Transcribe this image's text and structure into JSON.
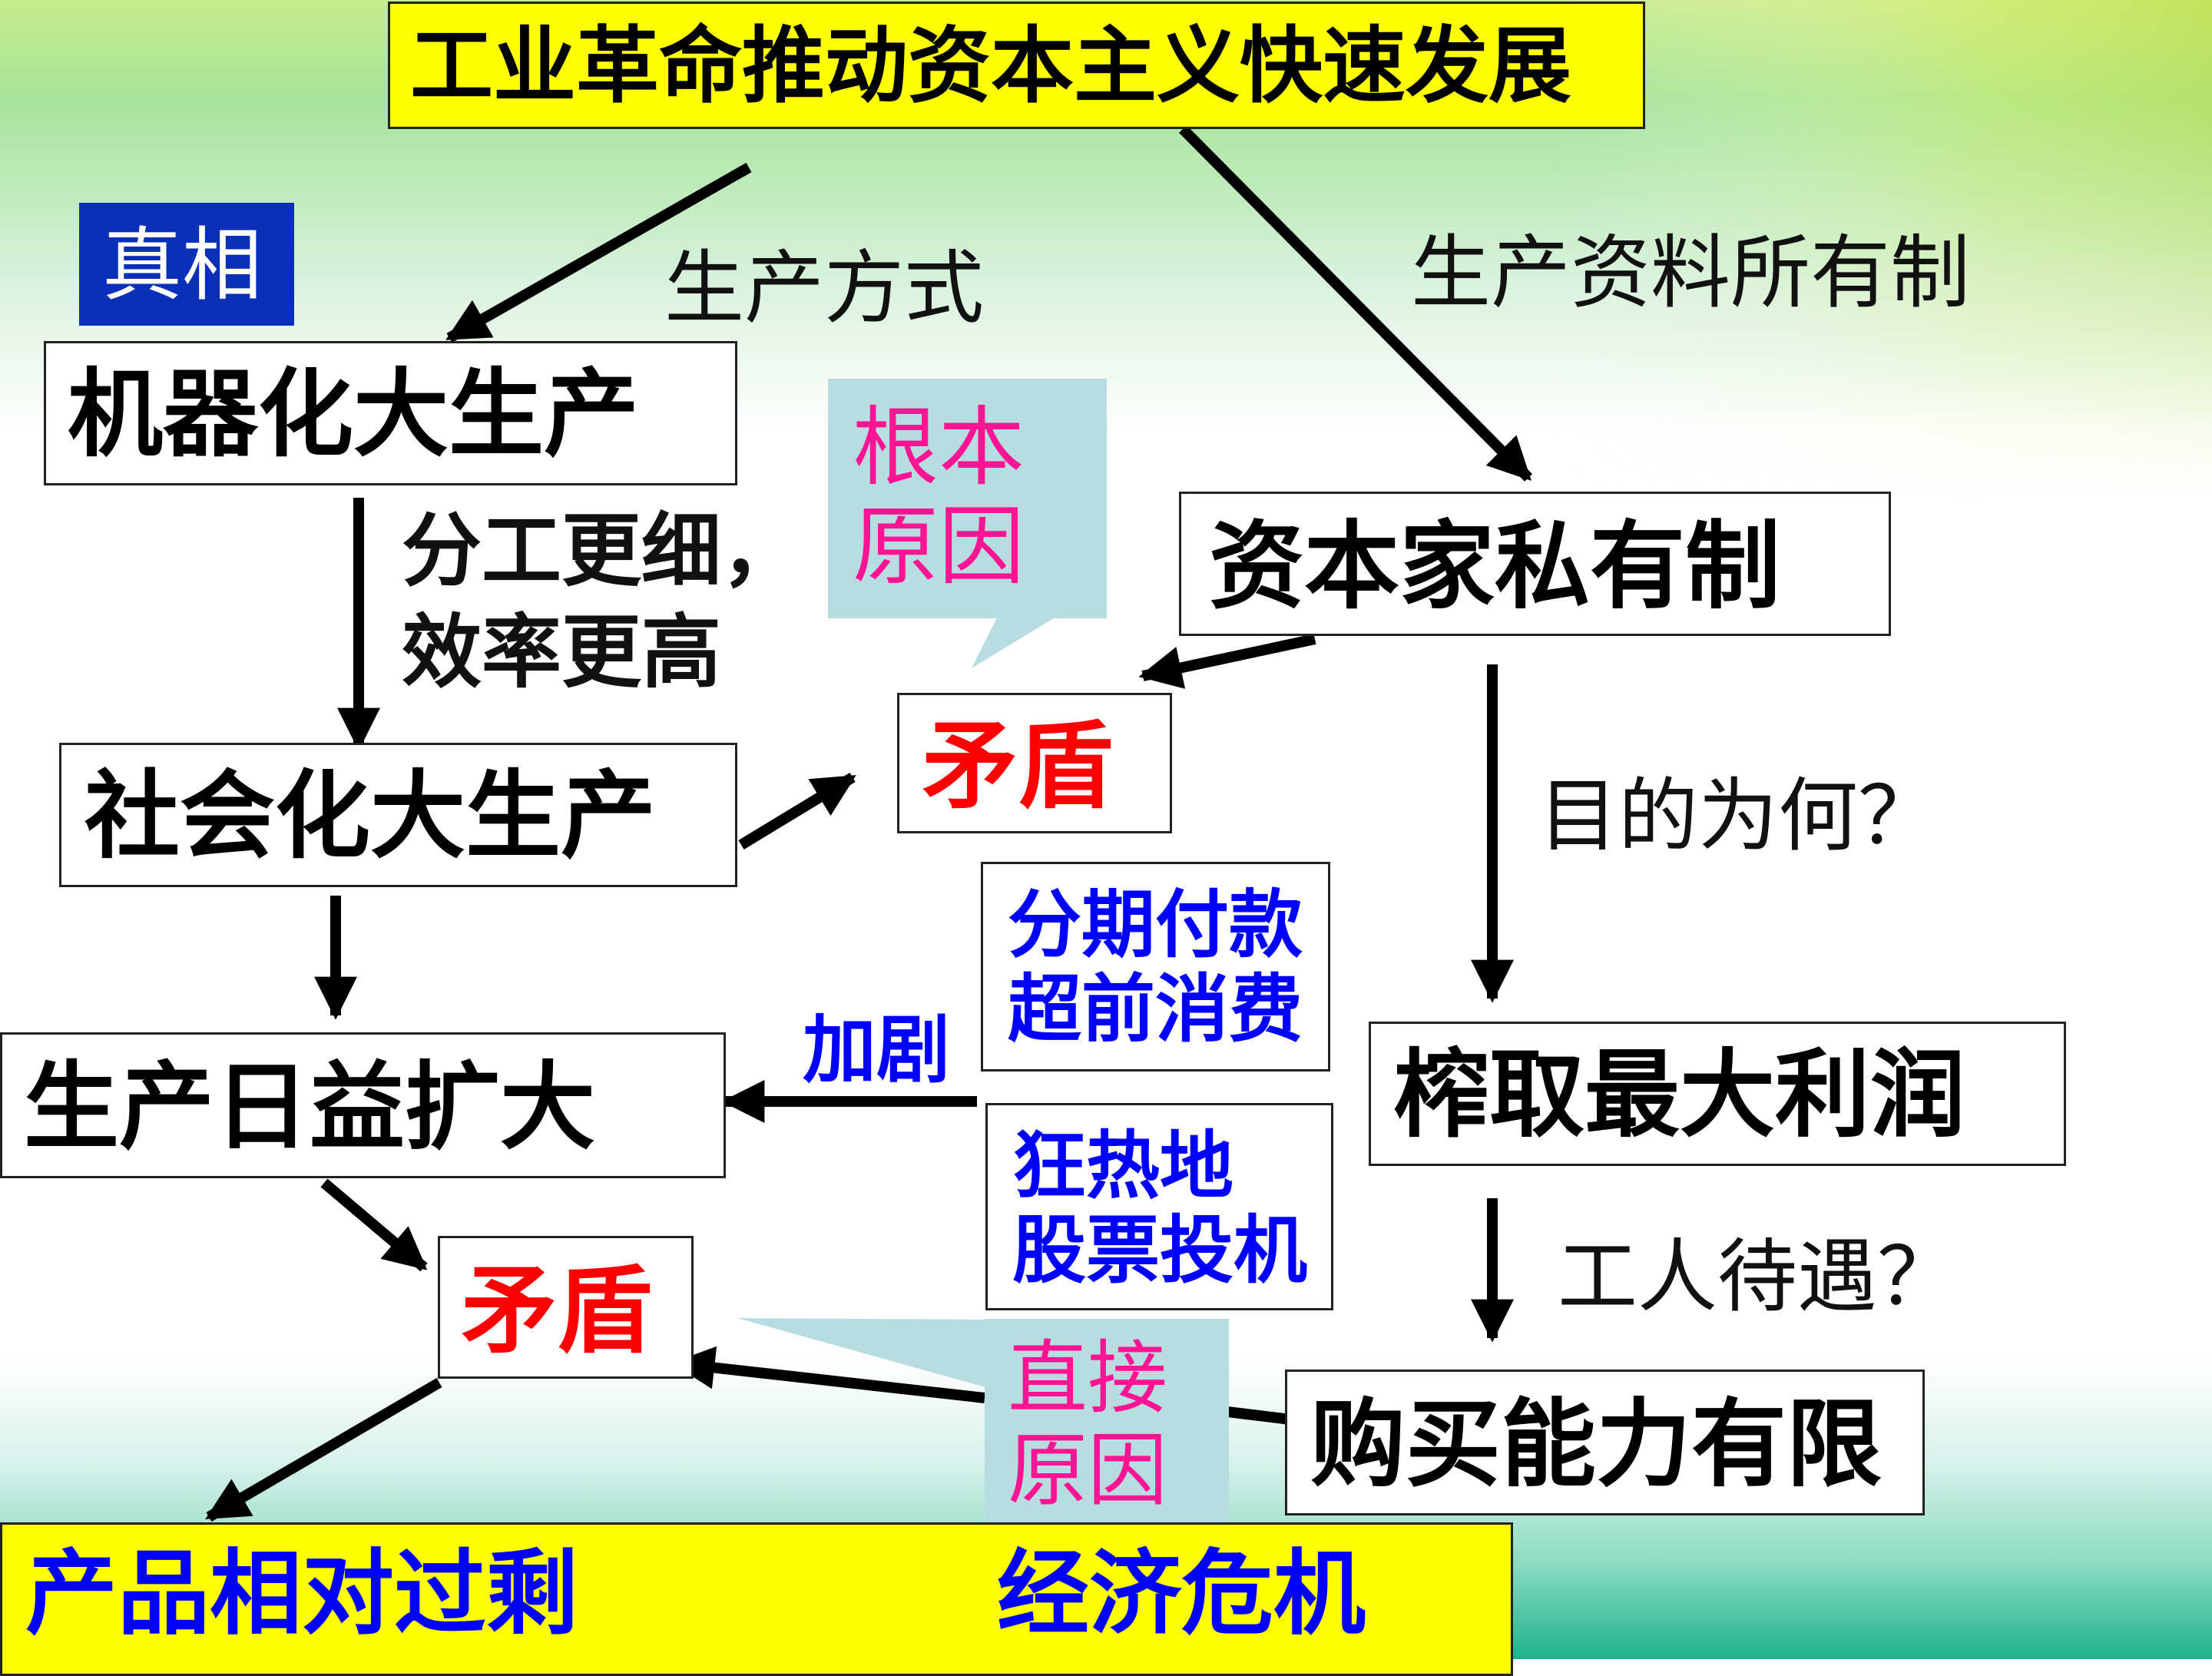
{
  "title": "工业革命推动资本主义快速发展",
  "badge": "真相",
  "labels": {
    "production_mode": "生产方式",
    "ownership": "生产资料所有制",
    "division_line1": "分工更细，",
    "division_line2": "效率更高",
    "purpose": "目的为何？",
    "workers": "工人待遇？",
    "intensify": "加剧"
  },
  "boxes": {
    "machine_production": "机器化大生产",
    "social_production": "社会化大生产",
    "expanding_production": "生产日益扩大",
    "capitalist_ownership": "资本家私有制",
    "max_profit": "榨取最大利润",
    "limited_purchasing": "购买能力有限",
    "contradiction_top": "矛盾",
    "contradiction_bottom": "矛盾",
    "installment_line1": "分期付款",
    "installment_line2": "超前消费",
    "speculation_line1": "狂热地",
    "speculation_line2": "股票投机"
  },
  "callouts": {
    "root_cause_line1": "根本",
    "root_cause_line2": "原因",
    "direct_cause_line1": "直接",
    "direct_cause_line2": "原因"
  },
  "bottom": {
    "overproduction": "产品相对过剩",
    "crisis": "经济危机"
  },
  "colors": {
    "highlight_yellow": "#ffff00",
    "badge_blue": "#0a2fb8",
    "callout_teal": "#b8dde0",
    "callout_text": "#ff1493",
    "contradiction_red": "#ff0000",
    "blue_text": "#0000ff"
  }
}
